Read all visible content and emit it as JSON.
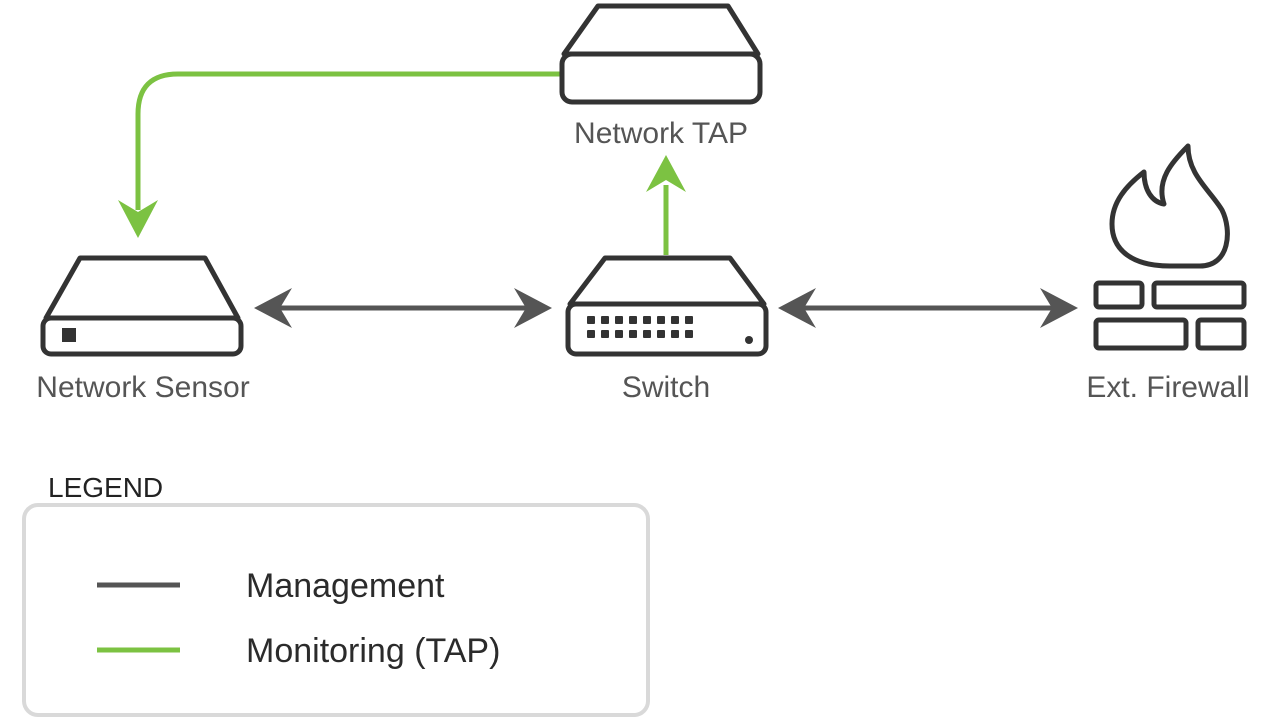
{
  "colors": {
    "management": "#555555",
    "monitoring": "#7cc242",
    "outline": "#333333",
    "label": "#555555",
    "legend_border": "#d9d9d9"
  },
  "nodes": {
    "network_tap": {
      "label": "Network TAP",
      "icon": "device-box-icon"
    },
    "network_sensor": {
      "label": "Network Sensor",
      "icon": "sensor-appliance-icon"
    },
    "switch": {
      "label": "Switch",
      "icon": "network-switch-icon"
    },
    "ext_firewall": {
      "label": "Ext. Firewall",
      "icon": "firewall-icon"
    }
  },
  "links": [
    {
      "from": "Network Sensor",
      "to": "Switch",
      "type": "management",
      "direction": "bidirectional"
    },
    {
      "from": "Switch",
      "to": "Ext. Firewall",
      "type": "management",
      "direction": "bidirectional"
    },
    {
      "from": "Switch",
      "to": "Network TAP",
      "type": "monitoring",
      "direction": "one-way"
    },
    {
      "from": "Network TAP",
      "to": "Network Sensor",
      "type": "monitoring",
      "direction": "one-way"
    }
  ],
  "legend": {
    "title": "LEGEND",
    "items": [
      {
        "label": "Management",
        "color": "#555555"
      },
      {
        "label": "Monitoring (TAP)",
        "color": "#7cc242"
      }
    ]
  }
}
